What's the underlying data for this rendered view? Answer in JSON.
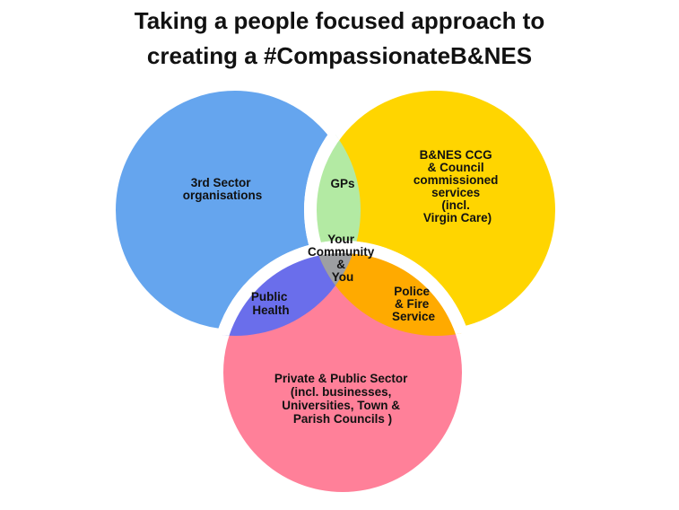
{
  "title_line1": "Taking a people focused approach to",
  "title_line2": "creating a #CompassionateB&NES",
  "colors": {
    "third_sector": "#65A5EE",
    "ccg_council": "#FFD500",
    "private_public": "#FF8099",
    "gps": "#B3EAA3",
    "public_health": "#6A6EEB",
    "police_fire": "#FFAA00",
    "community": "#9D9FA2",
    "outline": "#FFFFFF"
  },
  "labels": {
    "third_sector": [
      "3rd Sector",
      "organisations"
    ],
    "ccg_council": [
      "B&NES CCG",
      "& Council",
      "commissioned",
      "services",
      "(incl.",
      "Virgin Care)"
    ],
    "gps": [
      "GPs"
    ],
    "community": [
      "Your",
      "Community",
      "&",
      "You"
    ],
    "public_health": [
      "Public",
      "Health"
    ],
    "police_fire": [
      "Police",
      "& Fire",
      "Service"
    ],
    "private_public": [
      "Private & Public Sector",
      "(incl. businesses,",
      "Universities, Town &",
      "Parish Councils )"
    ]
  }
}
